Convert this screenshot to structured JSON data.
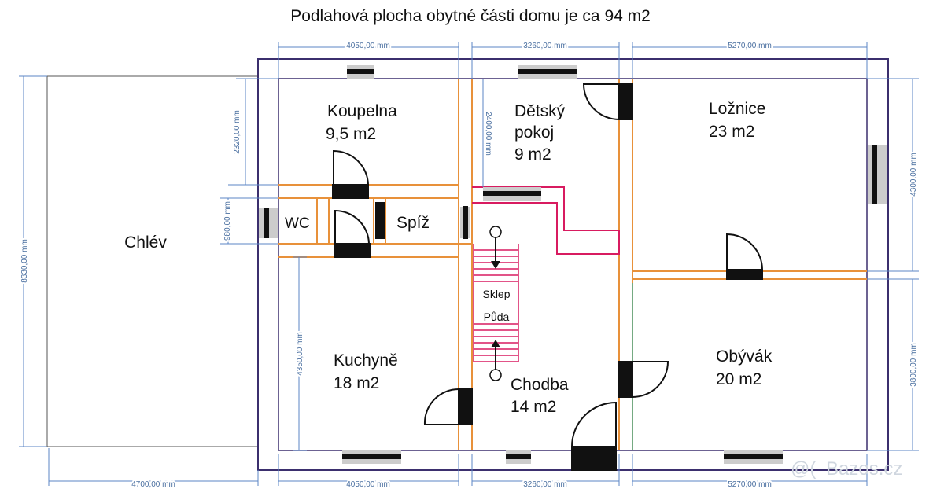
{
  "title": "Podlahová plocha obytné části domu je ca 94 m2",
  "rooms": {
    "koupelna": {
      "name": "Koupelna",
      "area": "9,5 m2"
    },
    "detsky": {
      "name1": "Dětský",
      "name2": "pokoj",
      "area": "9 m2"
    },
    "loznice": {
      "name": "Ložnice",
      "area": "23 m2"
    },
    "wc": {
      "name": "WC"
    },
    "spiz": {
      "name": "Spíž"
    },
    "chlev": {
      "name": "Chlév"
    },
    "kuchyne": {
      "name": "Kuchyně",
      "area": "18 m2"
    },
    "chodba": {
      "name": "Chodba",
      "area": "14 m2"
    },
    "obyvak": {
      "name": "Obývák",
      "area": "20 m2"
    }
  },
  "stairs": {
    "down": "Sklep",
    "up": "Půda"
  },
  "dimensions": {
    "top_left": "4050,00 mm",
    "top_mid": "3260,00 mm",
    "top_right": "5270,00 mm",
    "bottom_chlev": "4700,00 mm",
    "bottom_left": "4050,00 mm",
    "bottom_mid": "3260,00 mm",
    "bottom_right": "5270,00 mm",
    "left_total": "8330,00 mm",
    "left_bath": "2320,00 mm",
    "left_wc": "980,00 mm",
    "left_kitchen": "4350,00 mm",
    "child_room": "2400,00 mm",
    "right_bedroom": "4300,00 mm",
    "right_living": "3800,00 mm"
  },
  "watermark": "Bazos.cz",
  "colors": {
    "outer_wall": "#3b2f6e",
    "inner_wall": "#e8913a",
    "stair": "#d81b60",
    "dim_line": "#5b86c5"
  }
}
